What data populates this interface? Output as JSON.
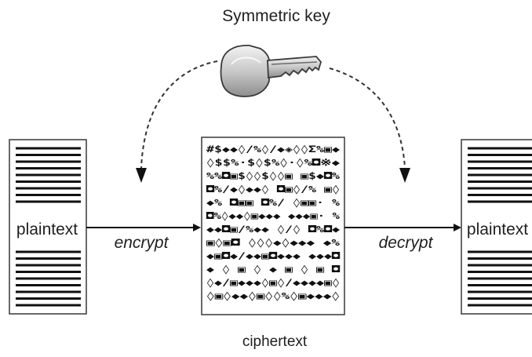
{
  "diagram": {
    "key_label": "Symmetric key",
    "plaintext_left_label": "plaintext",
    "plaintext_right_label": "plaintext",
    "encrypt_label": "encrypt",
    "decrypt_label": "decrypt",
    "ciphertext_label": "ciphertext",
    "key_icon": "key-icon",
    "document_icon": "document-lines-icon",
    "cipher_icon": "scrambled-text-icon"
  }
}
